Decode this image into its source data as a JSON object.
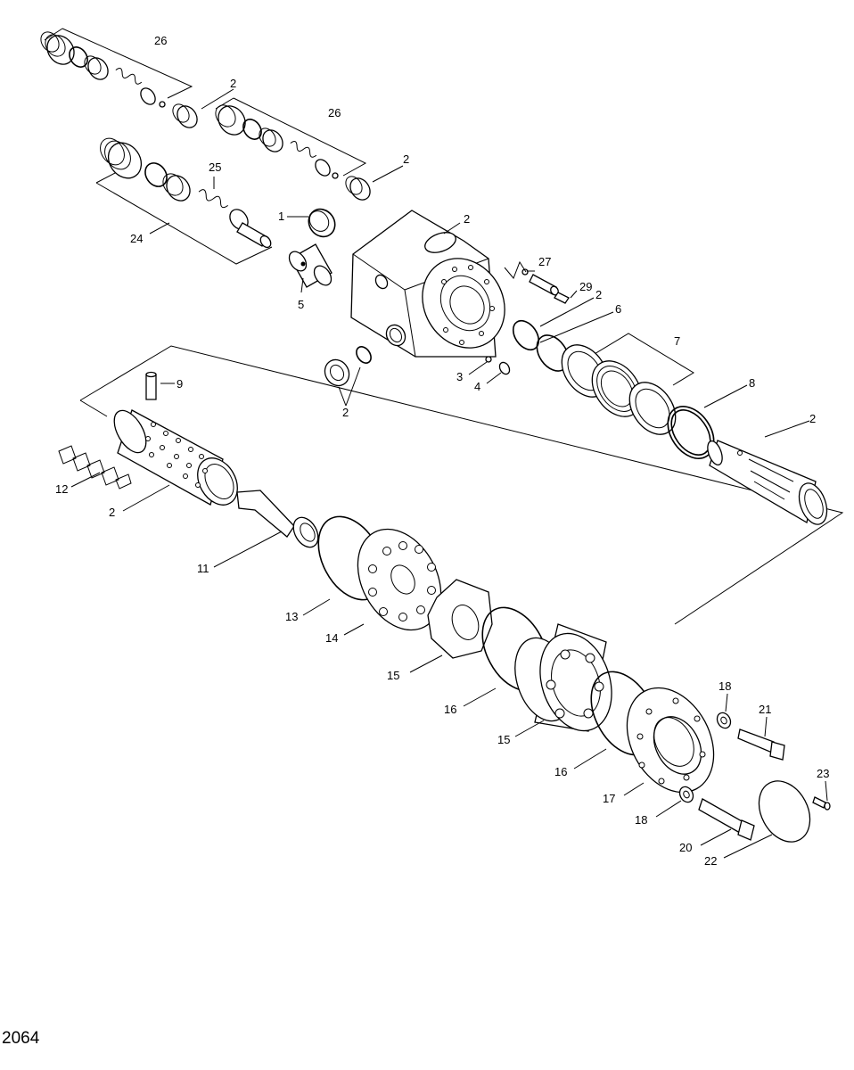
{
  "drawing_number": "2064",
  "callouts": [
    {
      "id": "c26a",
      "text": "26"
    },
    {
      "id": "c2a",
      "text": "2"
    },
    {
      "id": "c26b",
      "text": "26"
    },
    {
      "id": "c2b",
      "text": "2"
    },
    {
      "id": "c25",
      "text": "25"
    },
    {
      "id": "c1",
      "text": "1"
    },
    {
      "id": "c2c",
      "text": "2"
    },
    {
      "id": "c24",
      "text": "24"
    },
    {
      "id": "c27",
      "text": "27"
    },
    {
      "id": "c29",
      "text": "29"
    },
    {
      "id": "c5",
      "text": "5"
    },
    {
      "id": "c2d",
      "text": "2"
    },
    {
      "id": "c6",
      "text": "6"
    },
    {
      "id": "c7",
      "text": "7"
    },
    {
      "id": "c3",
      "text": "3"
    },
    {
      "id": "c4",
      "text": "4"
    },
    {
      "id": "c8",
      "text": "8"
    },
    {
      "id": "c2e",
      "text": "2"
    },
    {
      "id": "c9",
      "text": "9"
    },
    {
      "id": "c2f",
      "text": "2"
    },
    {
      "id": "c12",
      "text": "12"
    },
    {
      "id": "c2g",
      "text": "2"
    },
    {
      "id": "c11",
      "text": "11"
    },
    {
      "id": "c13",
      "text": "13"
    },
    {
      "id": "c14",
      "text": "14"
    },
    {
      "id": "c15a",
      "text": "15"
    },
    {
      "id": "c16a",
      "text": "16"
    },
    {
      "id": "c15b",
      "text": "15"
    },
    {
      "id": "c18a",
      "text": "18"
    },
    {
      "id": "c21",
      "text": "21"
    },
    {
      "id": "c16b",
      "text": "16"
    },
    {
      "id": "c17",
      "text": "17"
    },
    {
      "id": "c23",
      "text": "23"
    },
    {
      "id": "c18b",
      "text": "18"
    },
    {
      "id": "c20",
      "text": "20"
    },
    {
      "id": "c22",
      "text": "22"
    }
  ]
}
